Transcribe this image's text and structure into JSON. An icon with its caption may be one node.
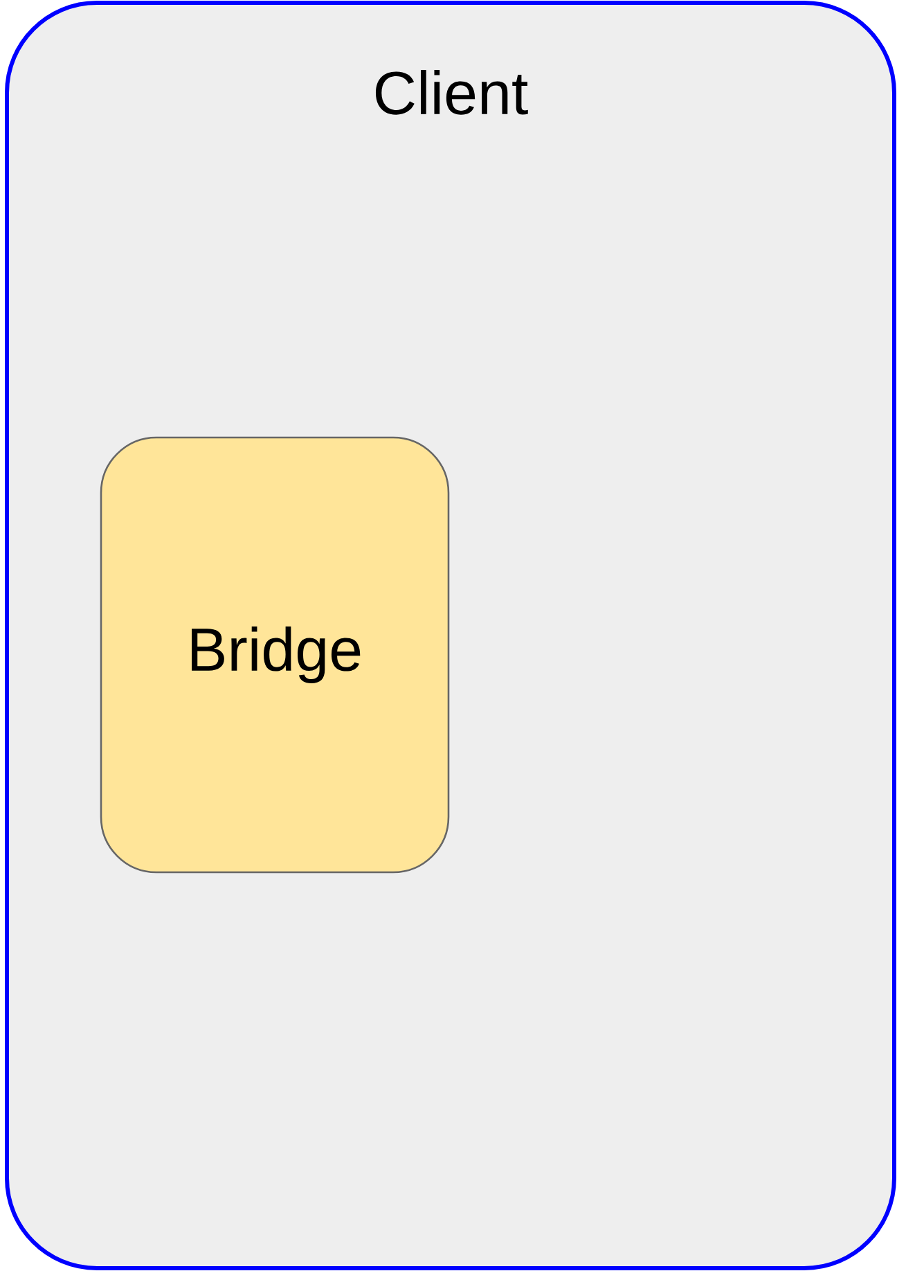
{
  "diagram": {
    "nodes": [
      {
        "text": [
          "Client"
        ]
      },
      {
        "text": [
          "Bridge"
        ],
        "in": 0
      }
    ]
  }
}
